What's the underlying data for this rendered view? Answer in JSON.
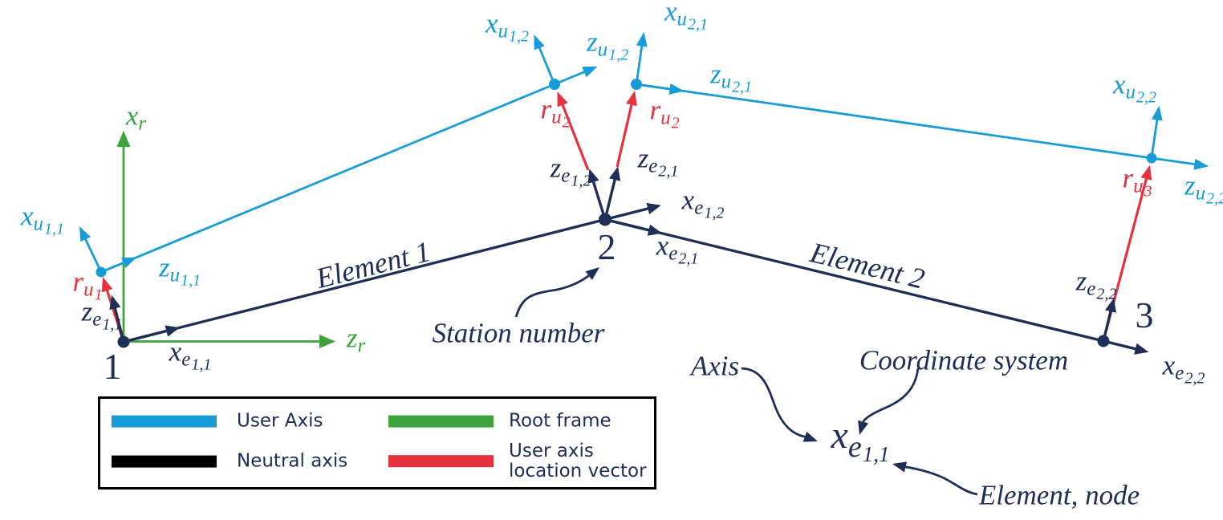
{
  "colors": {
    "user_axis": "#189CD8",
    "neutral_axis": "#000000",
    "element": "#1D2E57",
    "root_frame": "#3EA33C",
    "location_vector": "#E5323E",
    "text": "#1D2E57",
    "background": "#FFFFFF"
  },
  "stations": {
    "s1": "1",
    "s2": "2",
    "s3": "3"
  },
  "elements": {
    "element_1": "Element 1",
    "element_2": "Element 2"
  },
  "axis_labels": {
    "x_r": {
      "m": "x",
      "s1": "r"
    },
    "z_r": {
      "m": "z",
      "s1": "r"
    },
    "x_e11": {
      "m": "x",
      "s1": "e",
      "s2": "1,1"
    },
    "z_e11": {
      "m": "z",
      "s1": "e",
      "s2": "1,1"
    },
    "x_e12": {
      "m": "x",
      "s1": "e",
      "s2": "1,2"
    },
    "z_e12": {
      "m": "z",
      "s1": "e",
      "s2": "1,2"
    },
    "x_e21": {
      "m": "x",
      "s1": "e",
      "s2": "2,1"
    },
    "z_e21": {
      "m": "z",
      "s1": "e",
      "s2": "2,1"
    },
    "x_e22": {
      "m": "x",
      "s1": "e",
      "s2": "2,2"
    },
    "z_e22": {
      "m": "z",
      "s1": "e",
      "s2": "2,2"
    },
    "x_u11": {
      "m": "x",
      "s1": "u",
      "s2": "1,1"
    },
    "z_u11": {
      "m": "z",
      "s1": "u",
      "s2": "1,1"
    },
    "x_u12": {
      "m": "x",
      "s1": "u",
      "s2": "1,2"
    },
    "z_u12": {
      "m": "z",
      "s1": "u",
      "s2": "1,2"
    },
    "x_u21": {
      "m": "x",
      "s1": "u",
      "s2": "2,1"
    },
    "z_u21": {
      "m": "z",
      "s1": "u",
      "s2": "2,1"
    },
    "x_u22": {
      "m": "x",
      "s1": "u",
      "s2": "2,2"
    },
    "z_u22": {
      "m": "z",
      "s1": "u",
      "s2": "2,2"
    },
    "r_u1": {
      "m": "r",
      "s1": "u",
      "s2": "1"
    },
    "r_u2_left": {
      "m": "r",
      "s1": "u",
      "s2": "2"
    },
    "r_u2_right": {
      "m": "r",
      "s1": "u",
      "s2": "2"
    },
    "r_u3": {
      "m": "r",
      "s1": "u",
      "s2": "3"
    }
  },
  "annotations": {
    "station_number": "Station number",
    "axis": "Axis",
    "coordinate_system": "Coordinate system",
    "element_node": "Element, node",
    "example_axis_label": {
      "m": "x",
      "s1": "e",
      "s2": "1,1"
    }
  },
  "legend": {
    "items": [
      {
        "label": "User Axis",
        "color": "user_axis"
      },
      {
        "label": "Root frame",
        "color": "root_frame"
      },
      {
        "label": "Neutral axis",
        "color": "neutral_axis"
      },
      {
        "label": "User axis location vector",
        "color": "location_vector"
      }
    ]
  }
}
